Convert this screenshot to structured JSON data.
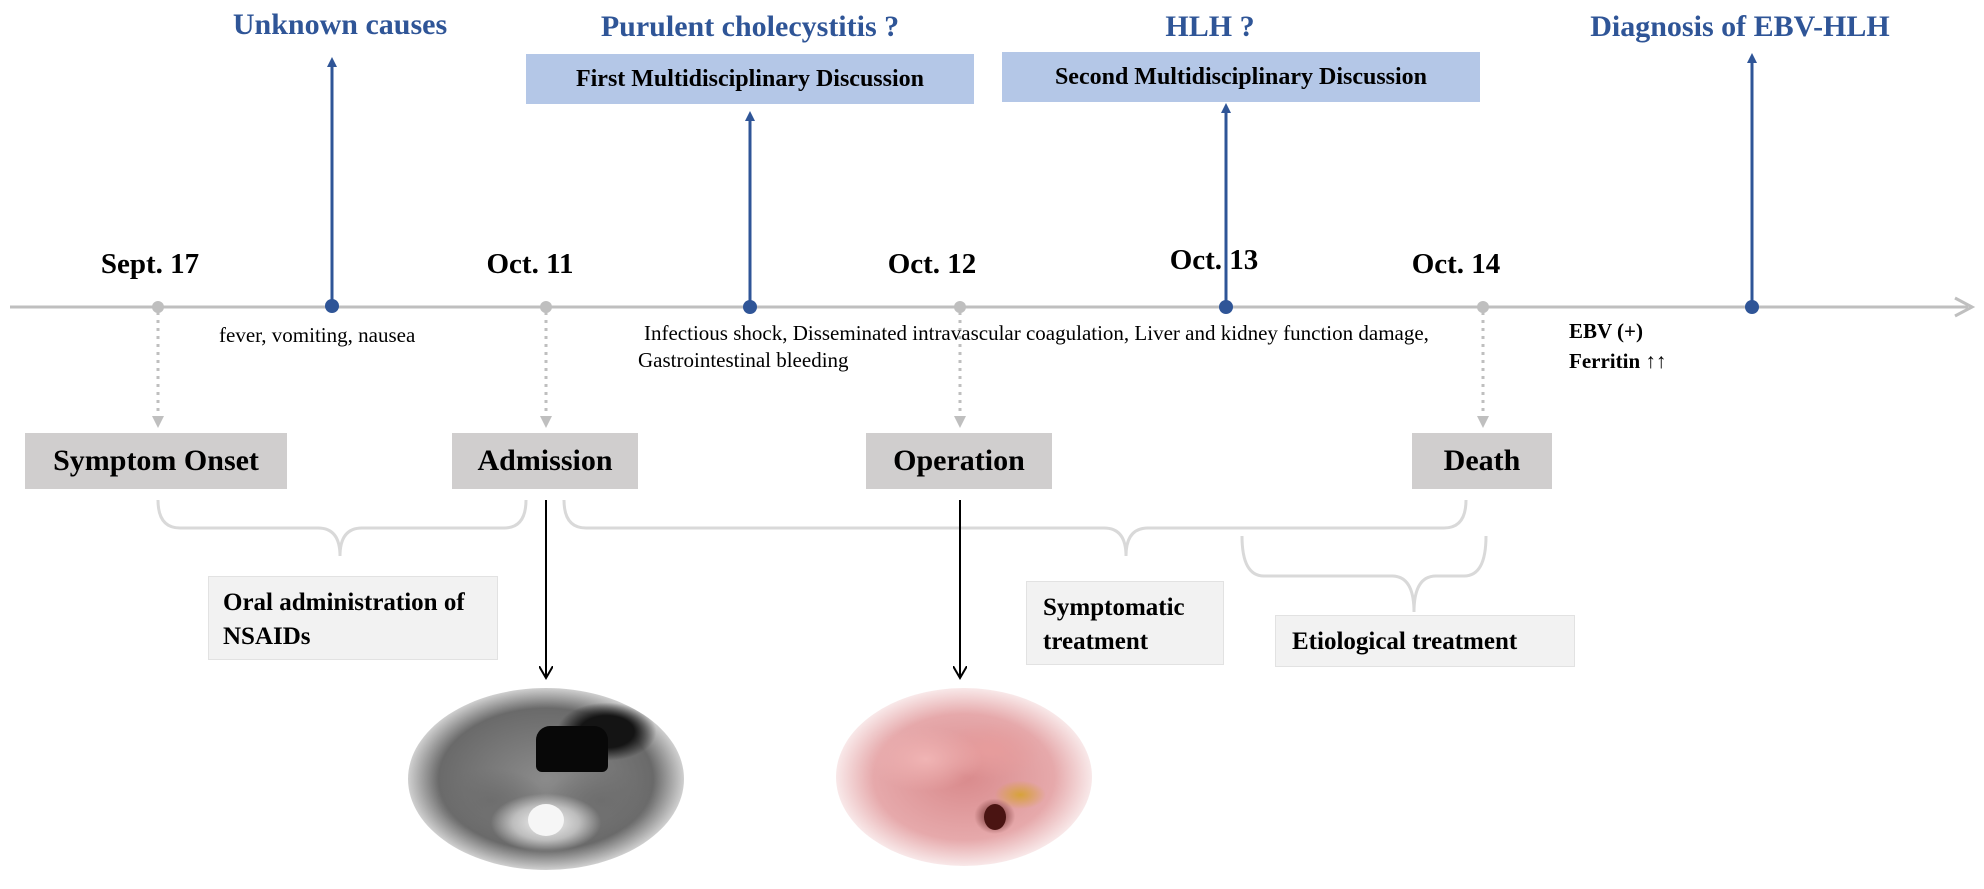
{
  "top_labels": {
    "unknown_causes": "Unknown causes",
    "purulent_cholecystitis": "Purulent cholecystitis ?",
    "hlh": "HLH ?",
    "diagnosis": "Diagnosis of EBV-HLH"
  },
  "discussions": {
    "first": "First Multidisciplinary Discussion",
    "second": "Second Multidisciplinary Discussion"
  },
  "dates": {
    "sept17": "Sept. 17",
    "oct11": "Oct. 11",
    "oct12": "Oct. 12",
    "oct13": "Oct. 13",
    "oct14": "Oct. 14"
  },
  "events": {
    "symptoms": "fever, vomiting, nausea",
    "complications": "Infectious shock, Disseminated intravascular coagulation, Liver and kidney function damage, Gastrointestinal bleeding",
    "labs": [
      "EBV (+)",
      "Ferritin ↑↑"
    ]
  },
  "stages": {
    "symptom_onset": "Symptom Onset",
    "admission": "Admission",
    "operation": "Operation",
    "death": "Death"
  },
  "treatments": {
    "nsaids": "Oral administration of  NSAIDs",
    "symptomatic": "Symptomatic treatment",
    "etiological": "Etiological treatment"
  },
  "images": {
    "ct": "ct-scan-image",
    "surgery": "surgical-field-image"
  },
  "colors": {
    "axis": "#bfbfbf",
    "blue_marker": "#2f5597",
    "top_label": "#2f5597",
    "discussion_box": "#b4c7e7",
    "stage_box": "#d0cece",
    "treatment_box": "#f2f2f2"
  }
}
